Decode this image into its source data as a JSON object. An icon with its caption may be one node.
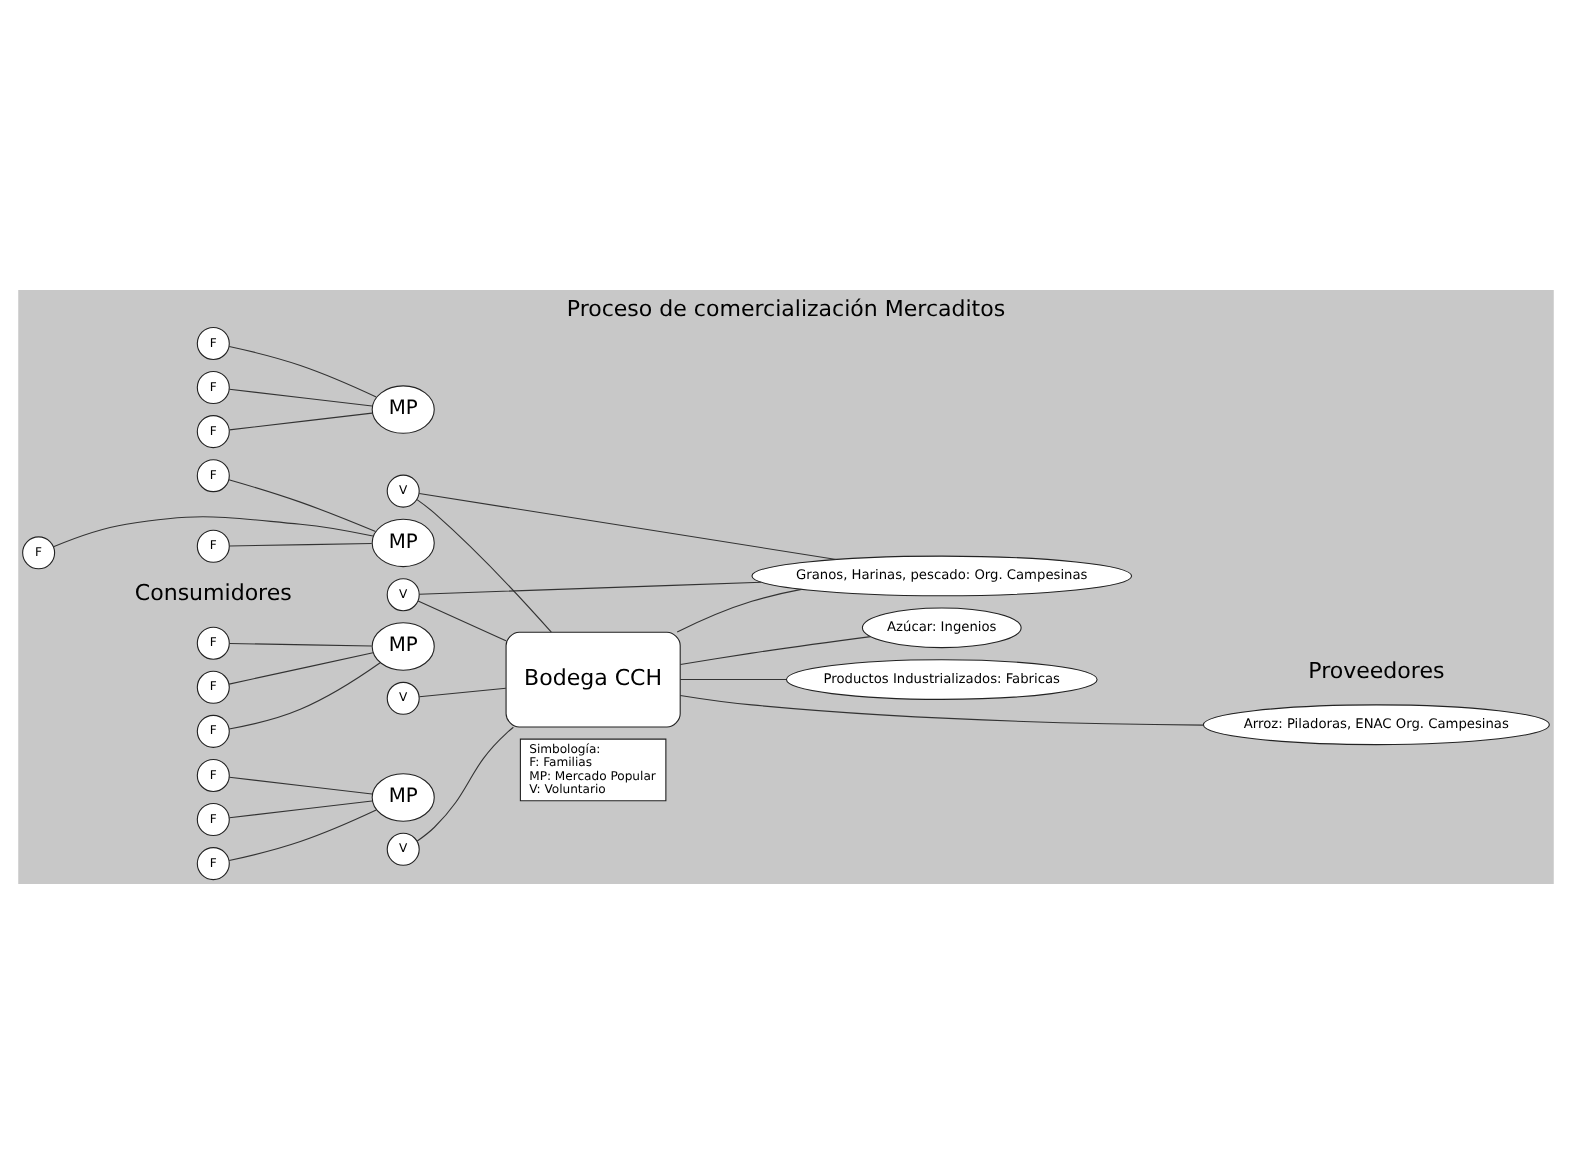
{
  "diagram": {
    "title": "Proceso de comercialización Mercaditos",
    "nodes": [
      {
        "text": [
          "F"
        ]
      },
      {
        "text": [
          "F"
        ]
      },
      {
        "text": [
          "F"
        ]
      },
      {
        "text": [
          "MP"
        ]
      },
      {
        "text": [
          "V"
        ]
      },
      {
        "text": [
          "F"
        ]
      },
      {
        "text": [
          "F"
        ]
      },
      {
        "text": [
          "F"
        ]
      },
      {
        "text": [
          "MP"
        ]
      },
      {
        "text": [
          "V"
        ]
      },
      {
        "text": [
          "F"
        ]
      },
      {
        "text": [
          "F"
        ]
      },
      {
        "text": [
          "F"
        ]
      },
      {
        "text": [
          "MP"
        ]
      },
      {
        "text": [
          "V"
        ]
      },
      {
        "text": [
          "F"
        ]
      },
      {
        "text": [
          "F"
        ]
      },
      {
        "text": [
          "F"
        ]
      },
      {
        "text": [
          "MP"
        ]
      },
      {
        "text": [
          "V"
        ]
      },
      {
        "text": [
          "Bodega CCH"
        ]
      },
      {
        "text": [
          "Arroz: Piladoras, ENAC Org. Campesinas"
        ]
      },
      {
        "text": [
          "Azúcar: Ingenios"
        ]
      },
      {
        "text": [
          "Granos, Harinas, pescado: Org. Campesinas"
        ]
      },
      {
        "text": [
          "Productos Industrializados: Fabricas"
        ]
      },
      {
        "text": [
          "Simbología:",
          "F: Familias",
          "MP: Mercado Popular",
          "V: Voluntario"
        ]
      }
    ],
    "edges": [
      {
        "from": 0,
        "to": 3,
        "arrow": "none"
      },
      {
        "from": 1,
        "to": 3,
        "arrow": "none"
      },
      {
        "from": 2,
        "to": 3,
        "arrow": "none"
      },
      {
        "from": 5,
        "to": 8,
        "arrow": "none"
      },
      {
        "from": 6,
        "to": 8,
        "arrow": "none"
      },
      {
        "from": 7,
        "to": 8,
        "arrow": "none"
      },
      {
        "from": 10,
        "to": 13,
        "arrow": "none"
      },
      {
        "from": 11,
        "to": 13,
        "arrow": "none"
      },
      {
        "from": 12,
        "to": 13,
        "arrow": "none"
      },
      {
        "from": 15,
        "to": 18,
        "arrow": "none"
      },
      {
        "from": 16,
        "to": 18,
        "arrow": "none"
      },
      {
        "from": 17,
        "to": 18,
        "arrow": "none"
      },
      {
        "from": 4,
        "to": 20,
        "arrow": "none"
      },
      {
        "from": 4,
        "to": 23,
        "arrow": "none"
      },
      {
        "from": 9,
        "to": 20,
        "arrow": "none"
      },
      {
        "from": 14,
        "to": 20,
        "arrow": "none"
      },
      {
        "from": 19,
        "to": 20,
        "arrow": "none"
      },
      {
        "from": 19,
        "to": 23,
        "arrow": "none"
      },
      {
        "from": 20,
        "to": 21,
        "arrow": "none"
      },
      {
        "from": 20,
        "to": 22,
        "arrow": "none"
      },
      {
        "from": 20,
        "to": 23,
        "arrow": "none"
      },
      {
        "from": 20,
        "to": 24,
        "arrow": "none"
      }
    ],
    "labels": [
      "Consumidores",
      "Proveedores"
    ]
  }
}
